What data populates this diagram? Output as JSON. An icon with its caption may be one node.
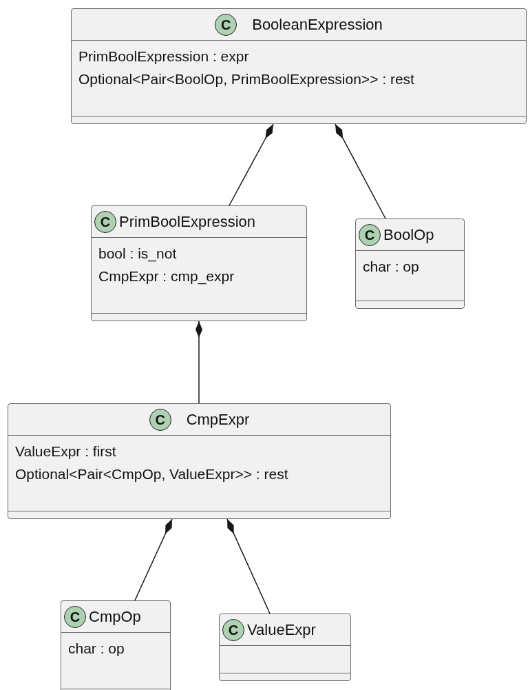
{
  "diagram": {
    "nodes": [
      {
        "text": [
          "C",
          "BooleanExpression",
          "PrimBoolExpression : expr",
          "Optional<Pair<BoolOp, PrimBoolExpression>> : rest"
        ]
      },
      {
        "text": [
          "C",
          "PrimBoolExpression",
          "bool : is_not",
          "CmpExpr : cmp_expr"
        ]
      },
      {
        "text": [
          "C",
          "BoolOp",
          "char : op"
        ]
      },
      {
        "text": [
          "C",
          "CmpExpr",
          "ValueExpr : first",
          "Optional<Pair<CmpOp, ValueExpr>> : rest"
        ]
      },
      {
        "text": [
          "C",
          "CmpOp",
          "char : op"
        ]
      },
      {
        "text": [
          "C",
          "ValueExpr"
        ]
      }
    ],
    "edges": [
      {
        "from": 0,
        "to": 1,
        "arrow": "other"
      },
      {
        "from": 0,
        "to": 2,
        "arrow": "other"
      },
      {
        "from": 1,
        "to": 3,
        "arrow": "other"
      },
      {
        "from": 3,
        "to": 4,
        "arrow": "other"
      },
      {
        "from": 3,
        "to": 5,
        "arrow": "other"
      }
    ]
  }
}
